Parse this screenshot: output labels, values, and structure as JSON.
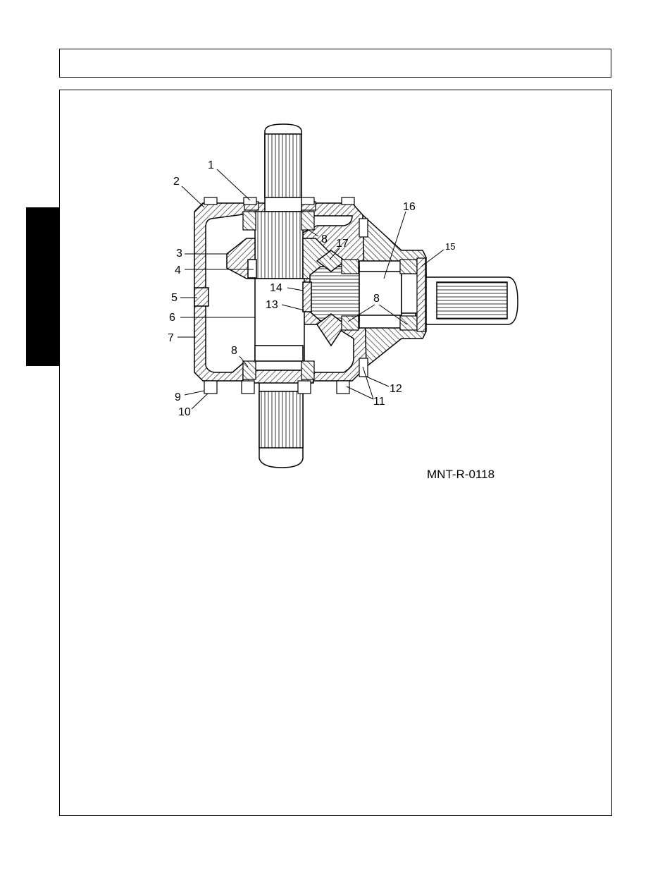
{
  "header": {
    "title": ""
  },
  "figure": {
    "id": "MNT-R-0118",
    "callouts": [
      {
        "number": "1"
      },
      {
        "number": "2"
      },
      {
        "number": "3"
      },
      {
        "number": "4"
      },
      {
        "number": "5"
      },
      {
        "number": "6"
      },
      {
        "number": "7"
      },
      {
        "number": "8"
      },
      {
        "number": "8"
      },
      {
        "number": "8"
      },
      {
        "number": "9"
      },
      {
        "number": "10"
      },
      {
        "number": "11"
      },
      {
        "number": "12"
      },
      {
        "number": "13"
      },
      {
        "number": "14"
      },
      {
        "number": "15"
      },
      {
        "number": "16"
      },
      {
        "number": "17"
      }
    ]
  }
}
